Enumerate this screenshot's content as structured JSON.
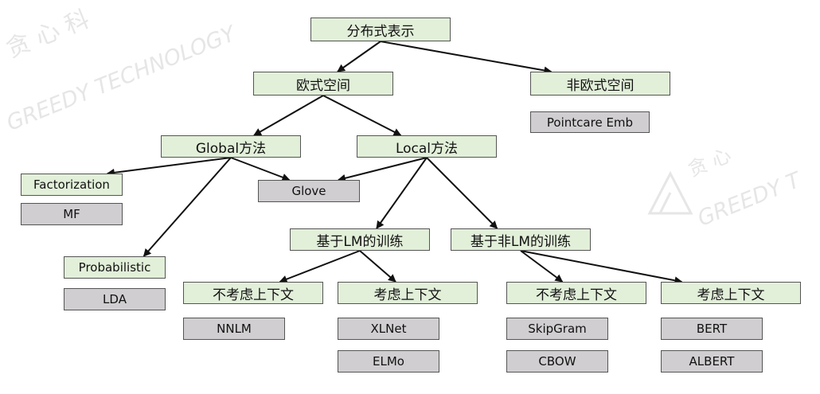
{
  "colors": {
    "category_fill": "#e2efd9",
    "method_fill": "#d0ced0",
    "border": "#555555",
    "edge": "#111111"
  },
  "watermark": {
    "left_text": "GREEDY TECHNOLOGY",
    "left_chars": "贪 心 科",
    "right_text": "GREEDY T",
    "right_chars": "贪 心"
  },
  "nodes": {
    "root": "分布式表示",
    "euclidean": "欧式空间",
    "non_euclidean": "非欧式空间",
    "pointcare": "Pointcare Emb",
    "global": "Global方法",
    "local": "Local方法",
    "factorization": "Factorization",
    "mf": "MF",
    "glove": "Glove",
    "probabilistic": "Probabilistic",
    "lda": "LDA",
    "lm_based": "基于LM的训练",
    "non_lm_based": "基于非LM的训练",
    "lm_no_context": "不考虑上下文",
    "lm_context": "考虑上下文",
    "nonlm_no_context": "不考虑上下文",
    "nonlm_context": "考虑上下文",
    "nnlm": "NNLM",
    "xlnet": "XLNet",
    "elmo": "ELMo",
    "skipgram": "SkipGram",
    "cbow": "CBOW",
    "bert": "BERT",
    "albert": "ALBERT"
  },
  "edges": [
    [
      "root",
      "euclidean"
    ],
    [
      "root",
      "non_euclidean"
    ],
    [
      "euclidean",
      "global"
    ],
    [
      "euclidean",
      "local"
    ],
    [
      "global",
      "factorization"
    ],
    [
      "global",
      "glove"
    ],
    [
      "global",
      "probabilistic"
    ],
    [
      "local",
      "glove"
    ],
    [
      "local",
      "lm_based"
    ],
    [
      "local",
      "non_lm_based"
    ],
    [
      "lm_based",
      "lm_no_context"
    ],
    [
      "lm_based",
      "lm_context"
    ],
    [
      "non_lm_based",
      "nonlm_no_context"
    ],
    [
      "non_lm_based",
      "nonlm_context"
    ]
  ]
}
